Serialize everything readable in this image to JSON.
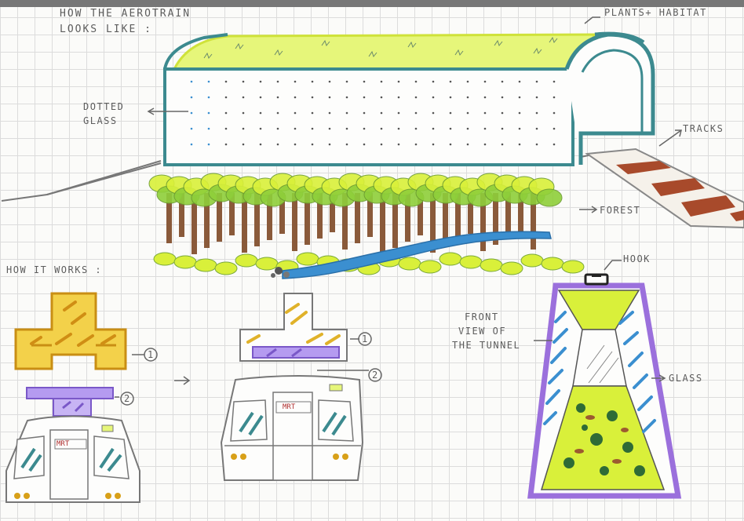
{
  "labels": {
    "title_line1": "HOW THE AEROTRAIN",
    "title_line2": "LOOKS LIKE :",
    "plants_habitat": "PLANTS+ HABITAT",
    "dotted_glass_1": "DOTTED",
    "dotted_glass_2": "GLASS",
    "tracks": "TRACKS",
    "forest": "FOREST",
    "how_it_works": "HOW IT WORKS :",
    "hook": "HOOK",
    "front_view_1": "FRONT",
    "front_view_2": "VIEW OF",
    "front_view_3": "THE TUNNEL",
    "glass": "GLASS",
    "marker_1": "1",
    "marker_2": "2",
    "cabin_sign": "MRT"
  },
  "colors": {
    "teal_outline": "#3c8a8f",
    "lime": "#d9f03a",
    "mustard": "#e0b22a",
    "purple": "#a98be6",
    "blue_water": "#3b8fd0",
    "trunk": "#8a5a3a",
    "track_brown": "#a84a2b"
  }
}
